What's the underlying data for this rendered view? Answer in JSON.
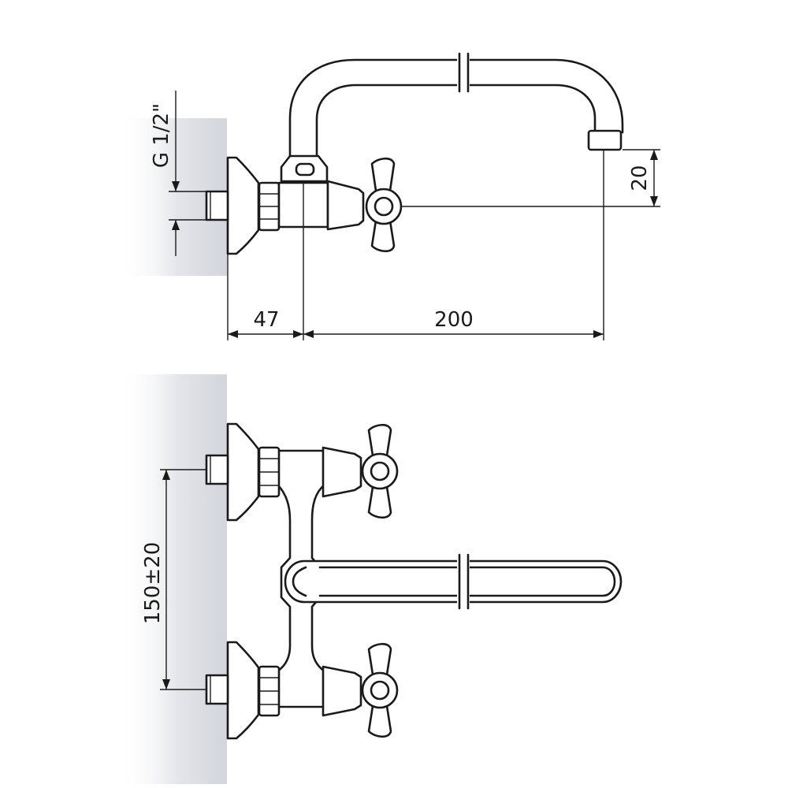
{
  "dimensions": {
    "thread": "G 1/2\"",
    "wall_offset": "47",
    "spout_reach": "200",
    "spout_height": "20",
    "center_spacing": "150±20"
  },
  "colors": {
    "line": "#1a1a1a",
    "wall_shadow": "#d9dbe2",
    "background": "#ffffff"
  }
}
